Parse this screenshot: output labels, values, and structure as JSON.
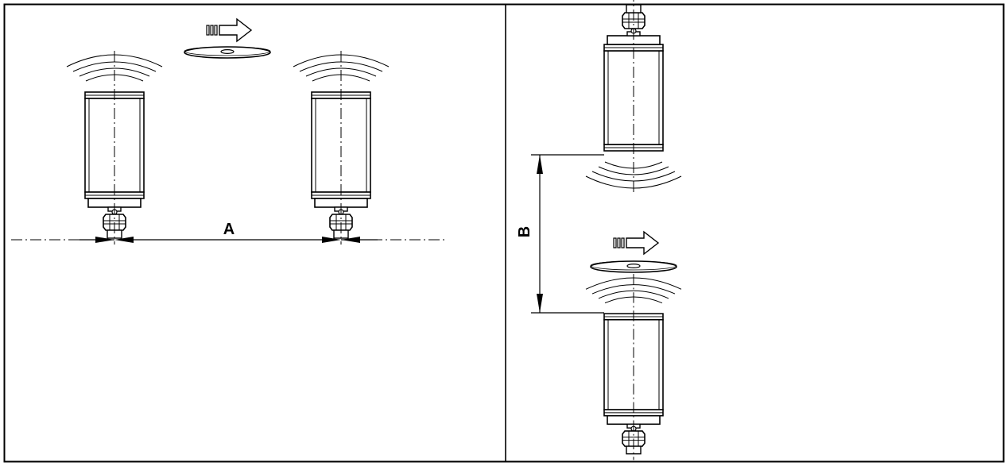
{
  "panels": [
    {
      "id": "left",
      "dimension": {
        "label": "A",
        "orientation": "horizontal"
      },
      "sensors": [
        {
          "id": "sensor-1",
          "facing": "up",
          "cable": "down"
        },
        {
          "id": "sensor-2",
          "facing": "up",
          "cable": "down"
        }
      ],
      "target": {
        "type": "disc",
        "motion": "right"
      }
    },
    {
      "id": "right",
      "dimension": {
        "label": "B",
        "orientation": "vertical"
      },
      "sensors": [
        {
          "id": "sensor-top",
          "facing": "down",
          "cable": "up"
        },
        {
          "id": "sensor-bottom",
          "facing": "up",
          "cable": "down"
        }
      ],
      "target": {
        "type": "disc",
        "motion": "right"
      }
    }
  ],
  "colors": {
    "line": "#000000",
    "background": "#ffffff"
  }
}
